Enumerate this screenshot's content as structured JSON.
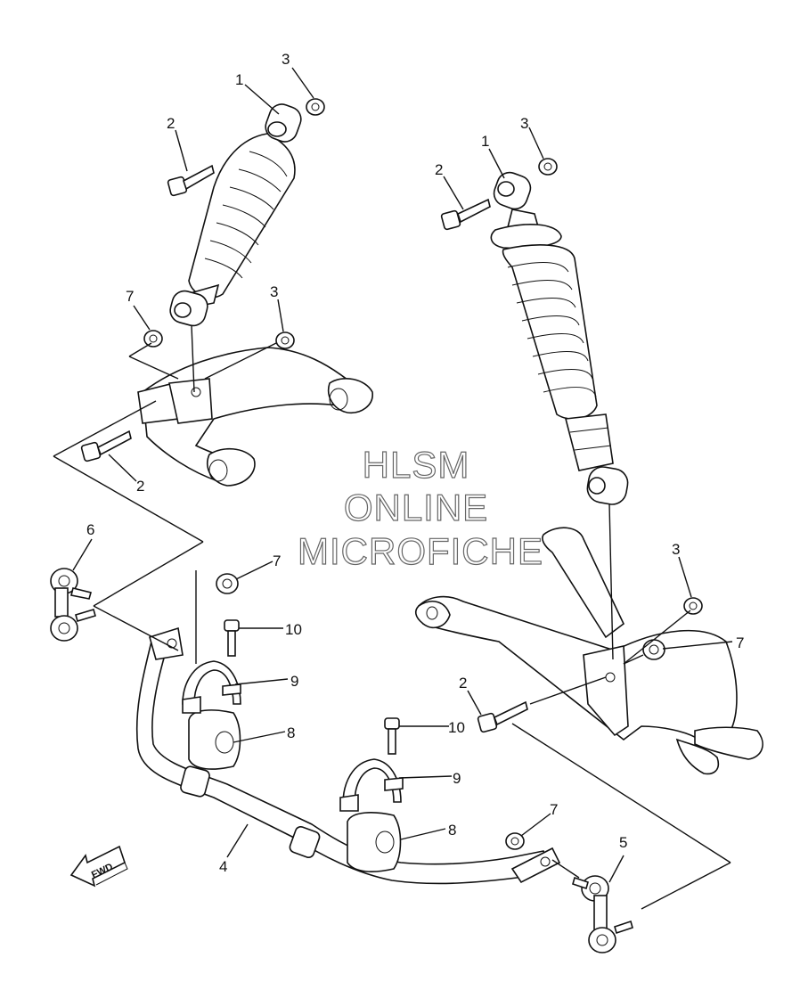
{
  "watermark": {
    "line1": "HLSM",
    "line2": "ONLINE",
    "line3": "MICROFICHE"
  },
  "fwd_label": "FWD",
  "callouts": [
    {
      "id": "lbl-3a",
      "text": "3"
    },
    {
      "id": "lbl-1a",
      "text": "1"
    },
    {
      "id": "lbl-2a",
      "text": "2"
    },
    {
      "id": "lbl-3b",
      "text": "3"
    },
    {
      "id": "lbl-1b",
      "text": "1"
    },
    {
      "id": "lbl-2b",
      "text": "2"
    },
    {
      "id": "lbl-7a",
      "text": "7"
    },
    {
      "id": "lbl-3c",
      "text": "3"
    },
    {
      "id": "lbl-2c",
      "text": "2"
    },
    {
      "id": "lbl-6",
      "text": "6"
    },
    {
      "id": "lbl-7b",
      "text": "7"
    },
    {
      "id": "lbl-10a",
      "text": "10"
    },
    {
      "id": "lbl-9a",
      "text": "9"
    },
    {
      "id": "lbl-8a",
      "text": "8"
    },
    {
      "id": "lbl-3d",
      "text": "3"
    },
    {
      "id": "lbl-7c",
      "text": "7"
    },
    {
      "id": "lbl-2d",
      "text": "2"
    },
    {
      "id": "lbl-10b",
      "text": "10"
    },
    {
      "id": "lbl-9b",
      "text": "9"
    },
    {
      "id": "lbl-7d",
      "text": "7"
    },
    {
      "id": "lbl-8b",
      "text": "8"
    },
    {
      "id": "lbl-5",
      "text": "5"
    },
    {
      "id": "lbl-4",
      "text": "4"
    }
  ]
}
